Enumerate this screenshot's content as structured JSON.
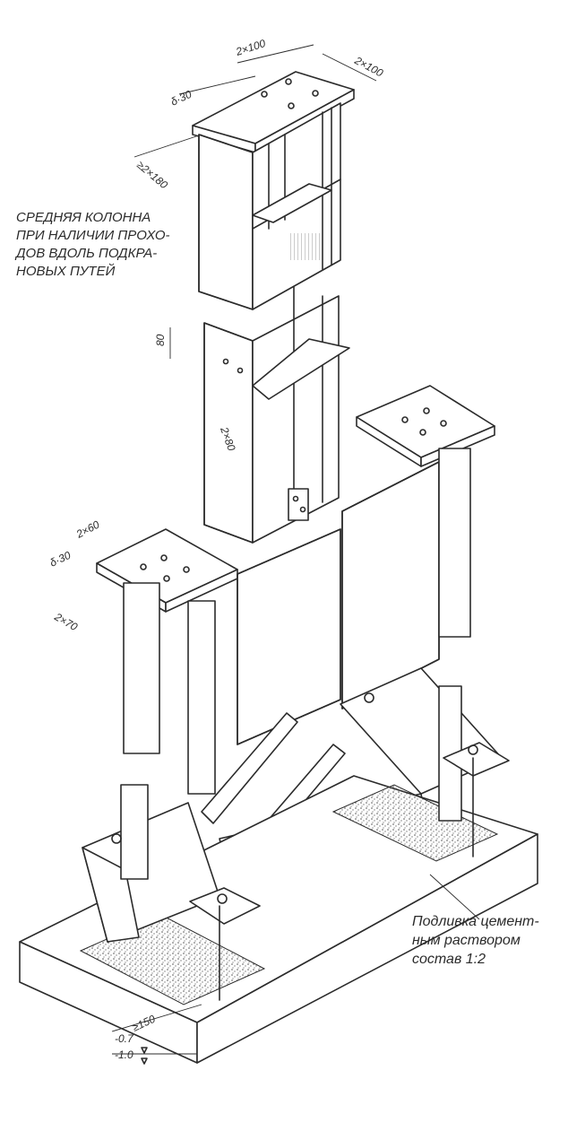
{
  "title_note": {
    "lines": [
      "СРЕДНЯЯ КОЛОННА",
      "ПРИ НАЛИЧИИ ПРОХО-",
      "ДОВ ВДОЛЬ ПОДКРА-",
      "НОВЫХ ПУТЕЙ"
    ]
  },
  "grout_note": {
    "lines": [
      "Подливка цемент-",
      "ным раствором",
      "состав 1:2"
    ]
  },
  "dimensions": {
    "top_2x100_a": "2×100",
    "top_2x100_b": "2×100",
    "top_delta30": "δ·30",
    "top_2x180": "≥2×180",
    "mid_80": "80",
    "mid_2x80": "2×80",
    "left_2x60": "2×60",
    "left_delta30": "δ·30",
    "left_2x70": "2×70",
    "base_150": "≥150",
    "level_07": "-0.7",
    "level_10": "-1.0"
  },
  "colors": {
    "ink": "#2b2b2b",
    "paper": "#ffffff",
    "concrete": "#8a8a8a"
  }
}
